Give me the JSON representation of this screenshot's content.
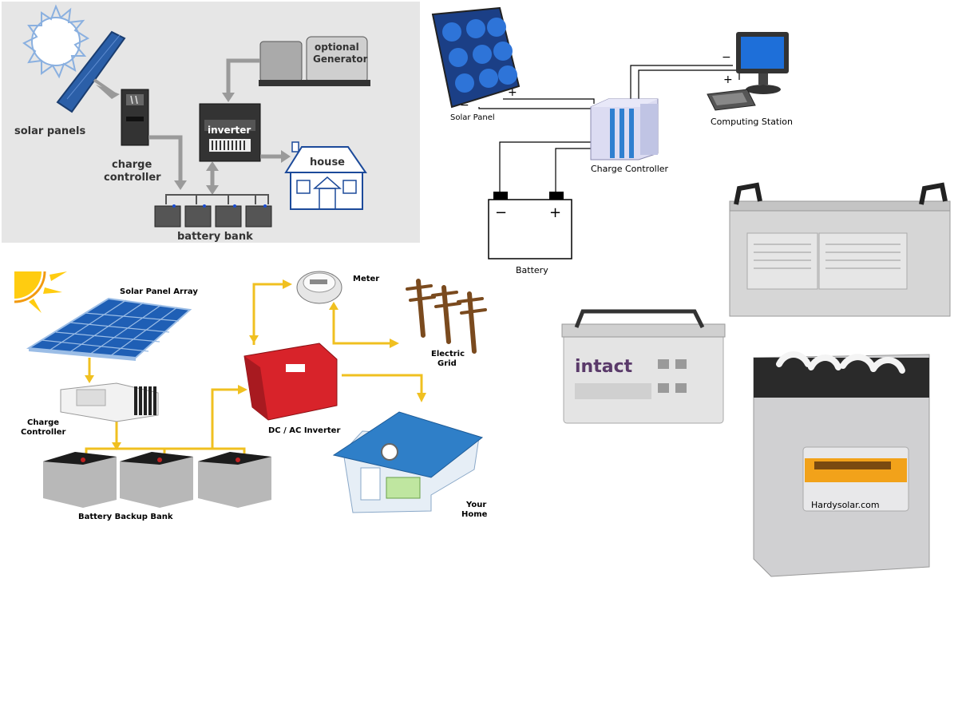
{
  "colors": {
    "panel_bg": "#e6e6e6",
    "arrow_grey": "#9a9a9a",
    "wire_yellow": "#f0c020",
    "solar_blue": "#1f5fb5",
    "inverter_red": "#d8232a",
    "house_blue": "#2f7fc8",
    "battery_body": "#d9d9d9",
    "battery_top": "#3a3a3a"
  },
  "diagram1": {
    "solar_panels": "solar panels",
    "charge_controller_1": "charge",
    "charge_controller_2": "controller",
    "optional_1": "optional",
    "generator": "Generator",
    "inverter": "inverter",
    "house": "house",
    "battery_bank": "battery bank"
  },
  "diagram2": {
    "solar_panel": "Solar Panel",
    "charge_controller": "Charge Controller",
    "computing_station": "Computing Station",
    "battery": "Battery",
    "plus": "+",
    "minus": "−"
  },
  "diagram3": {
    "solar_panel_array": "Solar Panel Array",
    "charge_1": "Charge",
    "controller": "Controller",
    "battery_backup_bank": "Battery Backup Bank",
    "inverter": "DC / AC Inverter",
    "meter": "Meter",
    "electric": "Electric",
    "grid": "Grid",
    "your": "Your",
    "home": "Home"
  },
  "batteries": {
    "intact_brand": "intact",
    "hardysolar": "Hardysolar.com"
  }
}
